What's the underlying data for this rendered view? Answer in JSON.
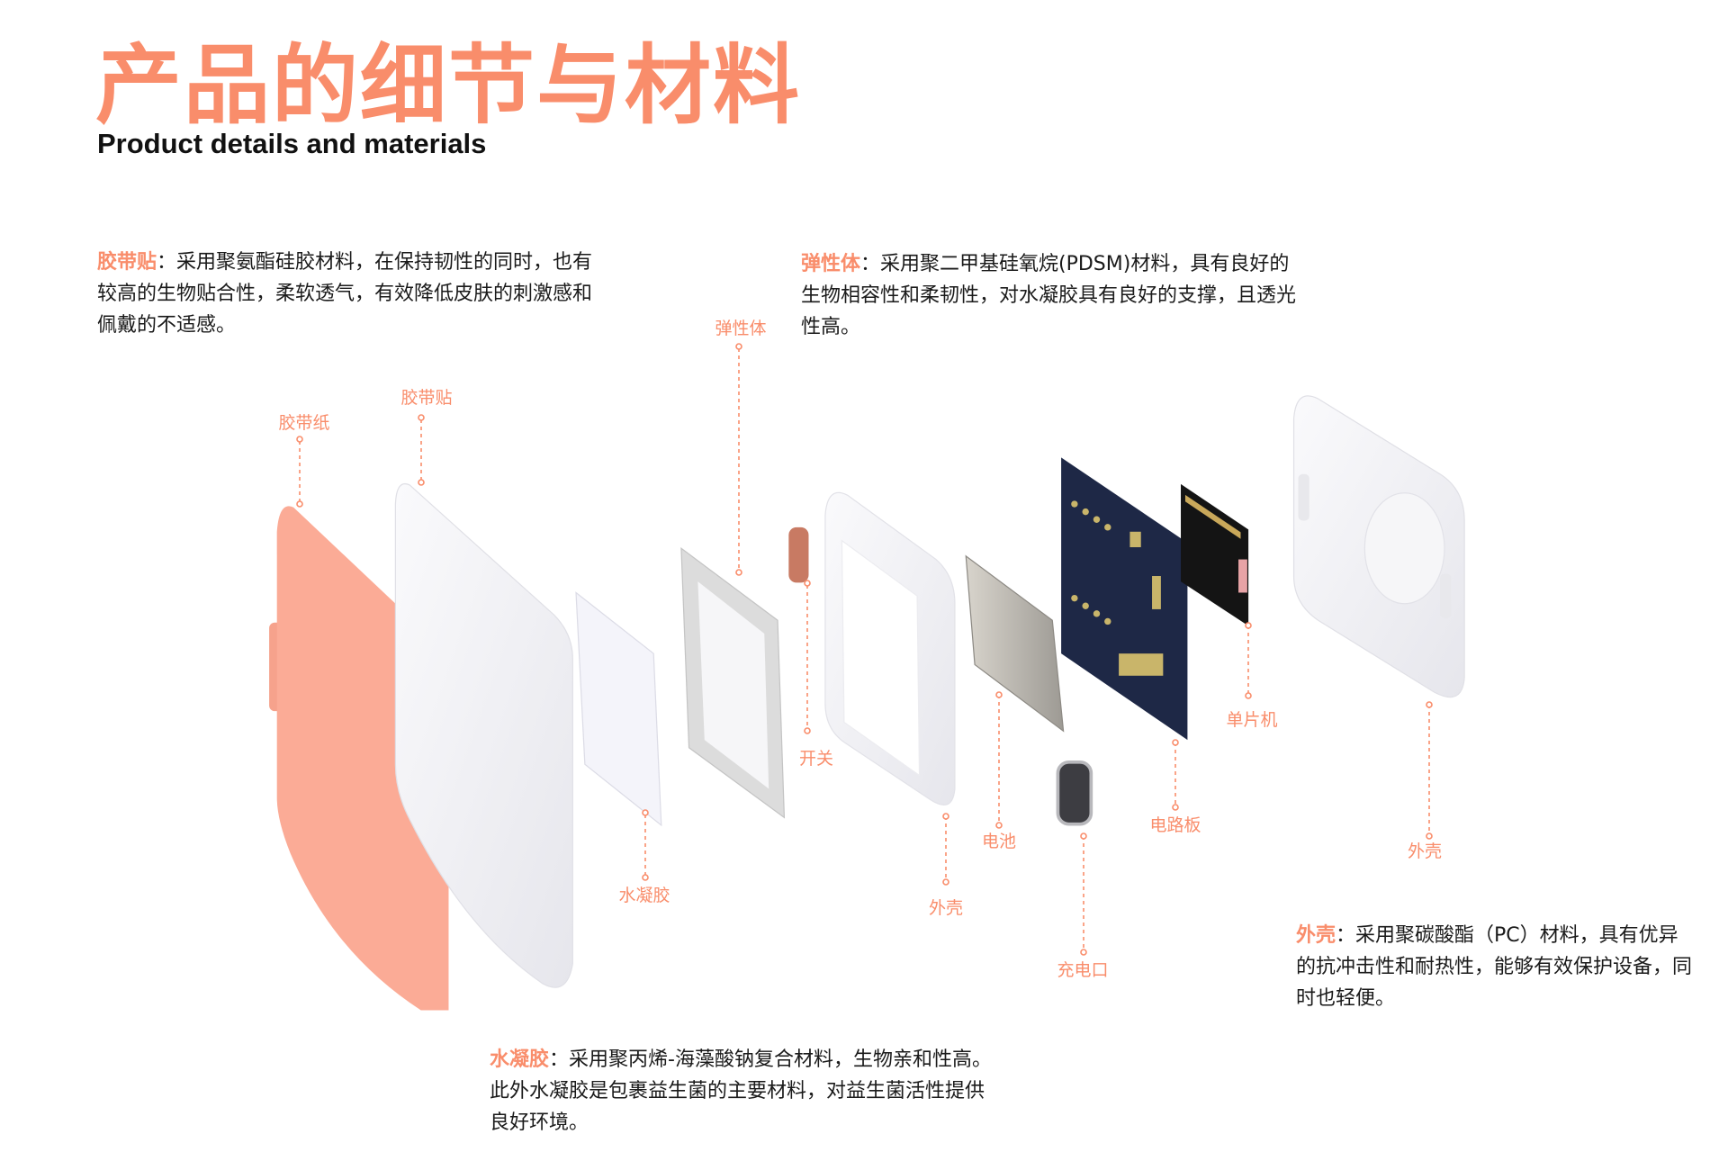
{
  "header": {
    "title": "产品的细节与材料",
    "subtitle": "Product details and materials"
  },
  "descriptions": {
    "tape": {
      "key": "胶带贴",
      "text": "：采用聚氨酯硅胶材料，在保持韧性的同时，也有较高的生物贴合性，柔软透气，有效降低皮肤的刺激感和佩戴的不适感。"
    },
    "elastic": {
      "key": "弹性体",
      "text": "：采用聚二甲基硅氧烷(PDSM)材料，具有良好的生物相容性和柔韧性，对水凝胶具有良好的支撑，且透光性高。"
    },
    "shell": {
      "key": "外壳",
      "text": "：采用聚碳酸酯（PC）材料，具有优异的抗冲击性和耐热性，能够有效保护设备，同时也轻便。"
    },
    "hydrogel": {
      "key": "水凝胶",
      "text": "：采用聚丙烯-海藻酸钠复合材料，生物亲和性高。此外水凝胶是包裹益生菌的主要材料，对益生菌活性提供良好环境。"
    }
  },
  "labels": {
    "tape_paper": "胶带纸",
    "tape": "胶带贴",
    "elastic": "弹性体",
    "switch": "开关",
    "hydrogel": "水凝胶",
    "shell_front": "外壳",
    "battery": "电池",
    "charging_port": "充电口",
    "circuit_board": "电路板",
    "mcu": "单片机",
    "shell_back": "外壳"
  },
  "colors": {
    "accent": "#f98d6b",
    "tape_paper": "#fbab96"
  }
}
